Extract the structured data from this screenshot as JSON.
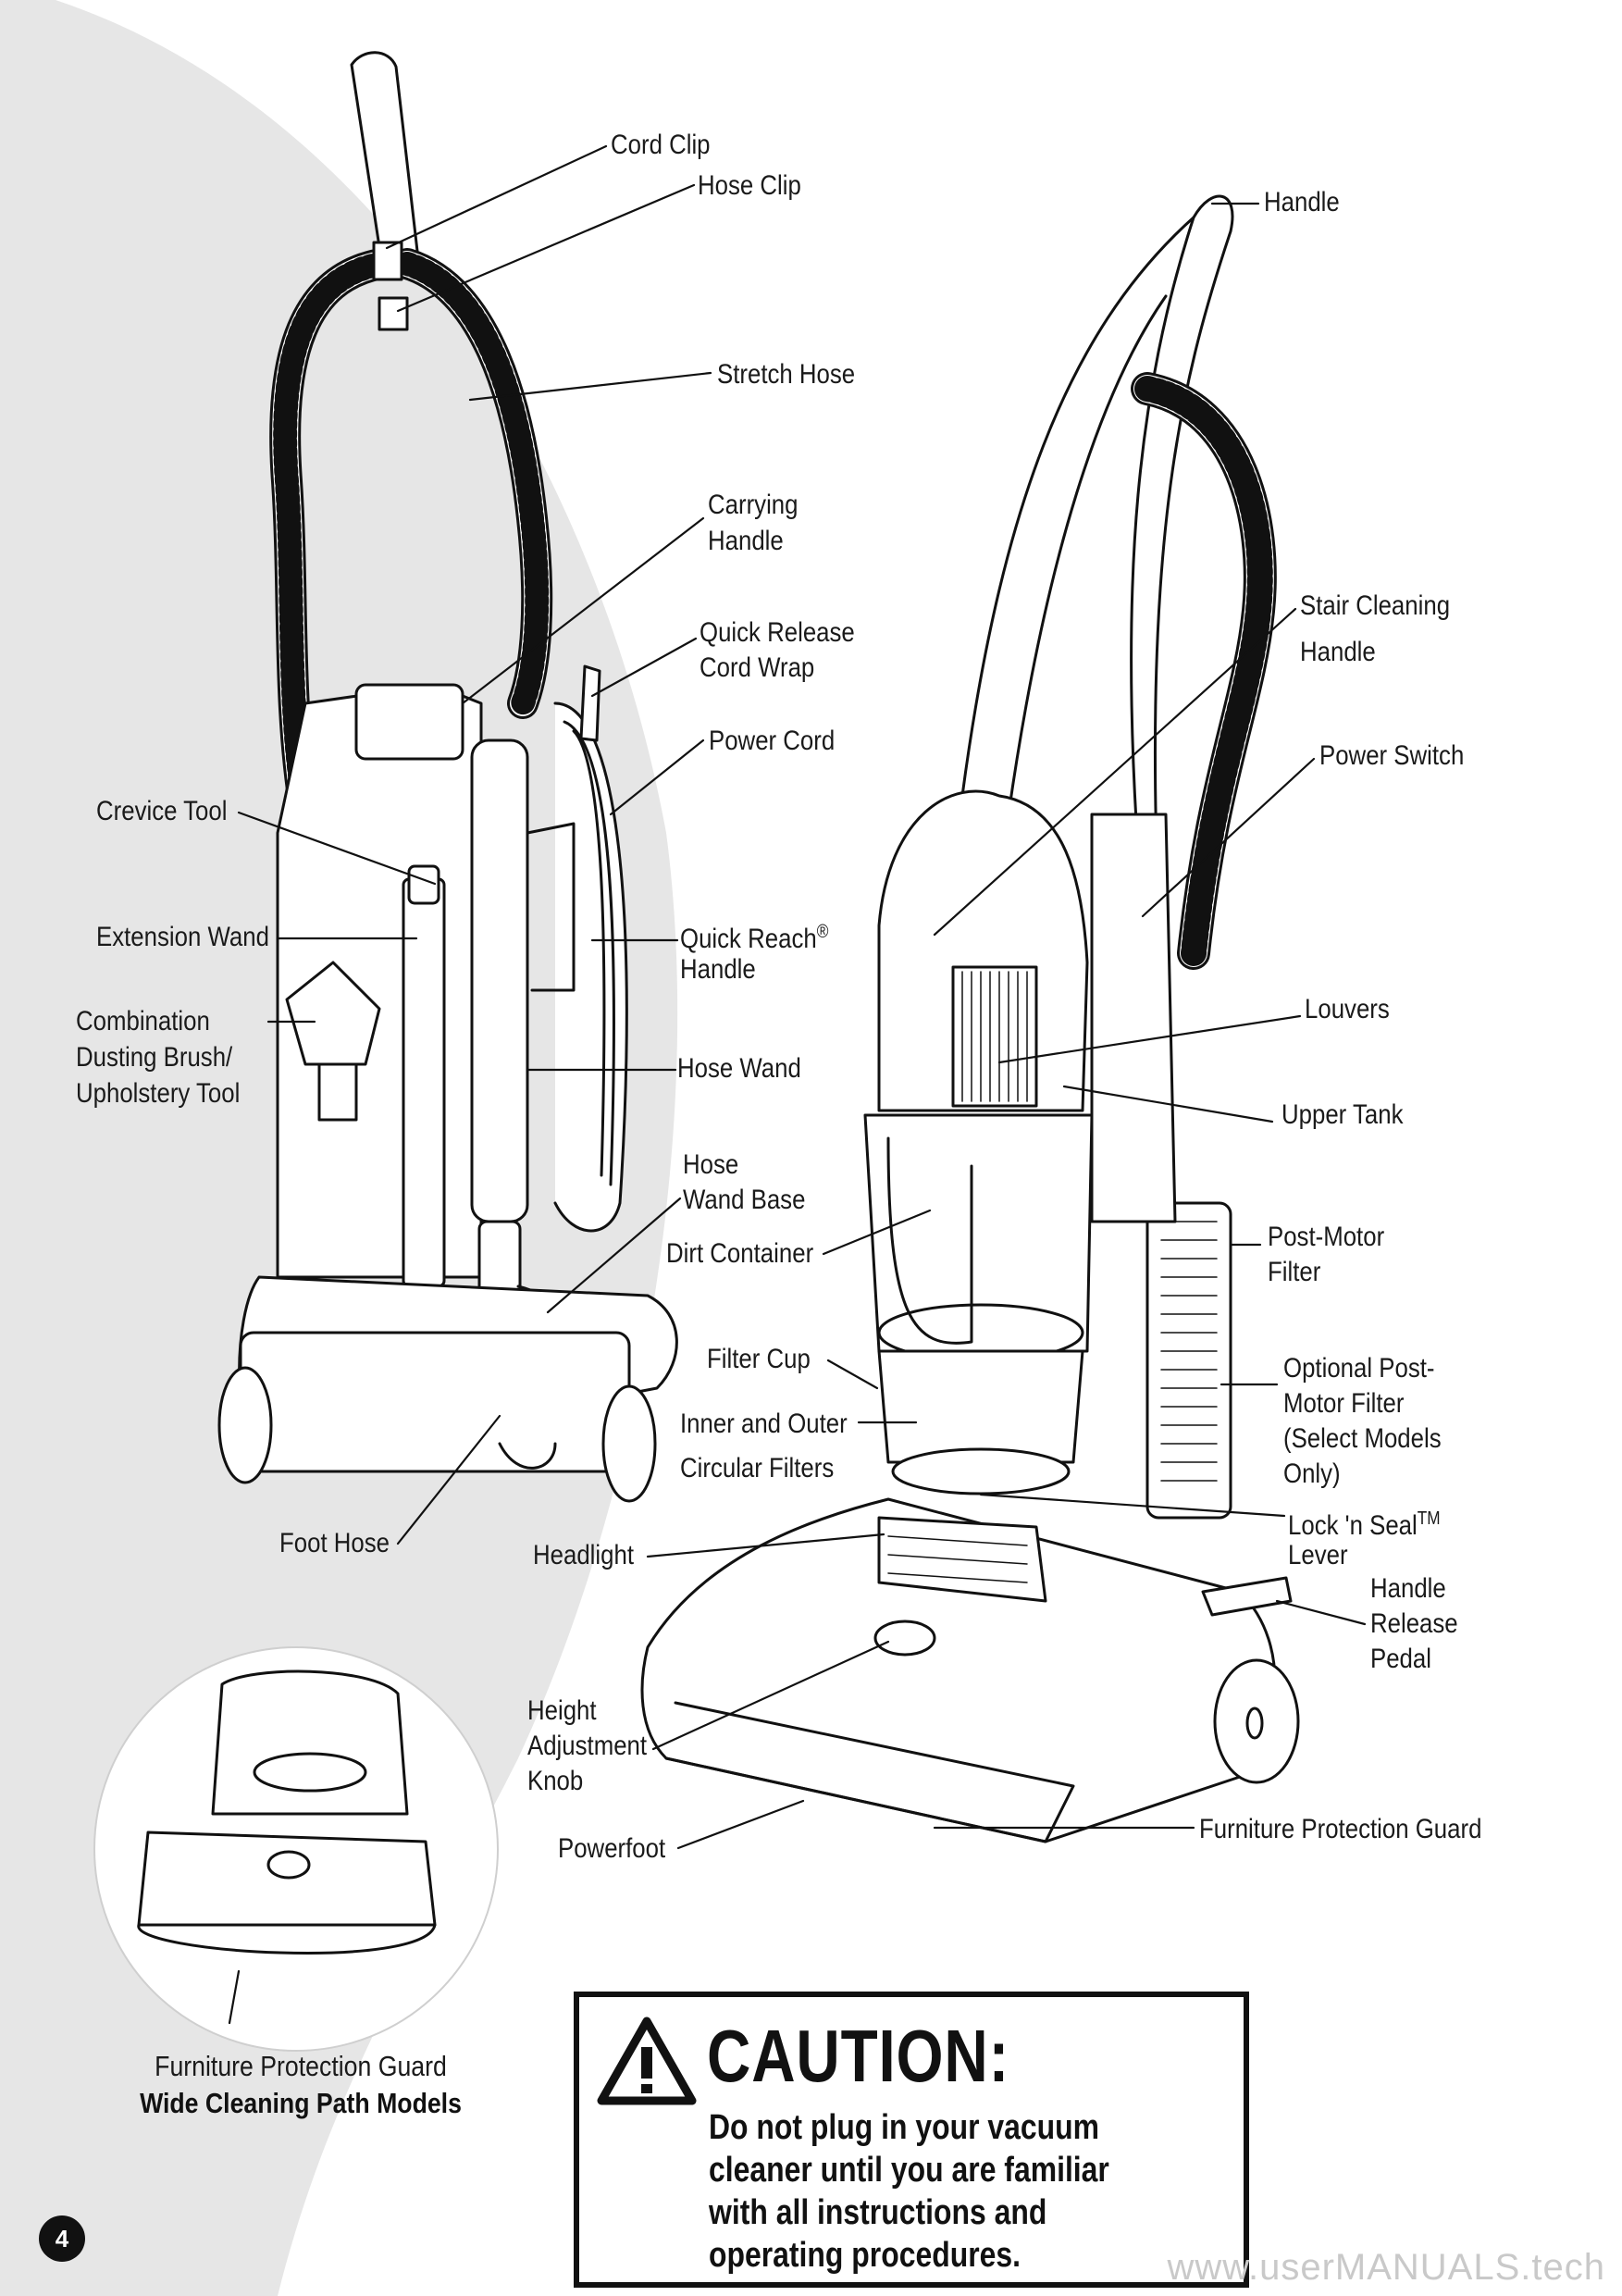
{
  "labels": {
    "cord_clip": "Cord Clip",
    "hose_clip": "Hose Clip",
    "stretch_hose": "Stretch Hose",
    "carrying_handle_1": "Carrying",
    "carrying_handle_2": "Handle",
    "quick_release_1": "Quick Release",
    "quick_release_2": "Cord Wrap",
    "power_cord": "Power Cord",
    "crevice_tool": "Crevice Tool",
    "extension_wand": "Extension Wand",
    "combination_1": "Combination",
    "combination_2": "Dusting Brush/",
    "combination_3": "Upholstery Tool",
    "quick_reach_1": "Quick Reach",
    "quick_reach_mark": "®",
    "quick_reach_2": "Handle",
    "hose_wand": "Hose Wand",
    "hose_wand_base_1": "Hose",
    "hose_wand_base_2": "Wand Base",
    "dirt_container": "Dirt Container",
    "filter_cup": "Filter Cup",
    "inner_outer_1": "Inner and Outer",
    "inner_outer_2": "Circular Filters",
    "foot_hose": "Foot Hose",
    "headlight": "Headlight",
    "height_adj_1": "Height",
    "height_adj_2": "Adjustment",
    "height_adj_3": "Knob",
    "powerfoot": "Powerfoot",
    "handle": "Handle",
    "stair_1": "Stair Cleaning",
    "stair_2": "Handle",
    "power_switch": "Power Switch",
    "louvers": "Louvers",
    "upper_tank": "Upper Tank",
    "post_motor_1": "Post-Motor",
    "post_motor_2": "Filter",
    "optional_1": "Optional Post-",
    "optional_2": "Motor Filter",
    "optional_3": "(Select Models",
    "optional_4": "Only)",
    "lock_seal_1": "Lock 'n Seal",
    "lock_seal_mark": "TM",
    "lock_seal_2": "Lever",
    "handle_release_1": "Handle",
    "handle_release_2": "Release",
    "handle_release_3": "Pedal",
    "furniture_guard": "Furniture Protection Guard"
  },
  "inset": {
    "caption_1": "Furniture Protection Guard",
    "caption_2": "Wide Cleaning Path Models"
  },
  "caution": {
    "title": "CAUTION:",
    "line_1": "Do not plug in your vacuum",
    "line_2": "cleaner until you are familiar",
    "line_3": "with all instructions and",
    "line_4": "operating procedures."
  },
  "page_number": "4",
  "watermark": "www.userMANUALS.tech"
}
